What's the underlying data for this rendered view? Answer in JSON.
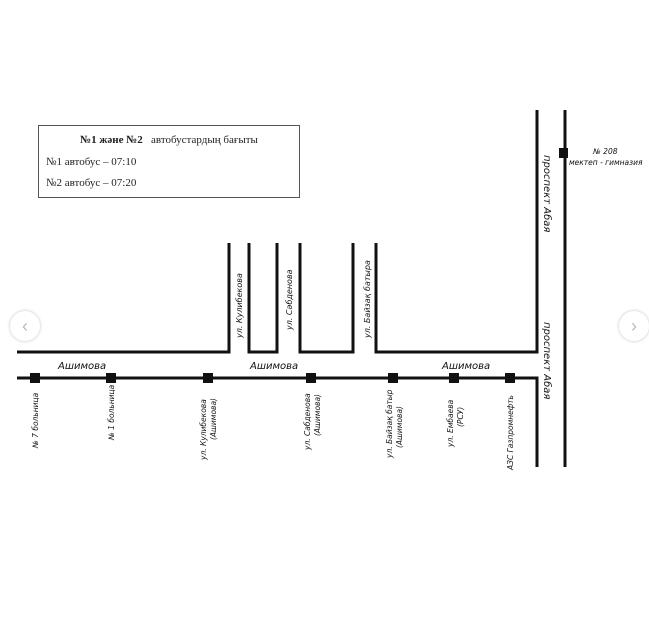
{
  "legend": {
    "title_bold": "№1 және №2",
    "title_rest": "автобустардың бағыты",
    "line1": "№1 автобус – 07:10",
    "line2": "№2 автобус – 07:20"
  },
  "streets": {
    "ashimova": "Ашимова",
    "kulibekova": "ул. Кулибекова",
    "sabdenova": "ул. Сәбденова",
    "baizak": "ул. Байзақ батыра",
    "abaya": "проспект Абая"
  },
  "stops": [
    {
      "l1": "№ 7 больница",
      "l2": ""
    },
    {
      "l1": "№ 1 больница",
      "l2": ""
    },
    {
      "l1": "ул. Кулибекова",
      "l2": "(Ашимова)"
    },
    {
      "l1": "ул. Сабденова",
      "l2": "(Ашимова)"
    },
    {
      "l1": "ул. Байзақ батыр",
      "l2": "(Ашимова)"
    },
    {
      "l1": "ул. Ембаева",
      "l2": "(РСУ)"
    },
    {
      "l1": "АЗС Газпромнефть",
      "l2": ""
    }
  ],
  "school": {
    "l1": "№ 208",
    "l2": "мектеп - гимназия"
  },
  "nav": {
    "prev": "‹",
    "next": "›"
  }
}
